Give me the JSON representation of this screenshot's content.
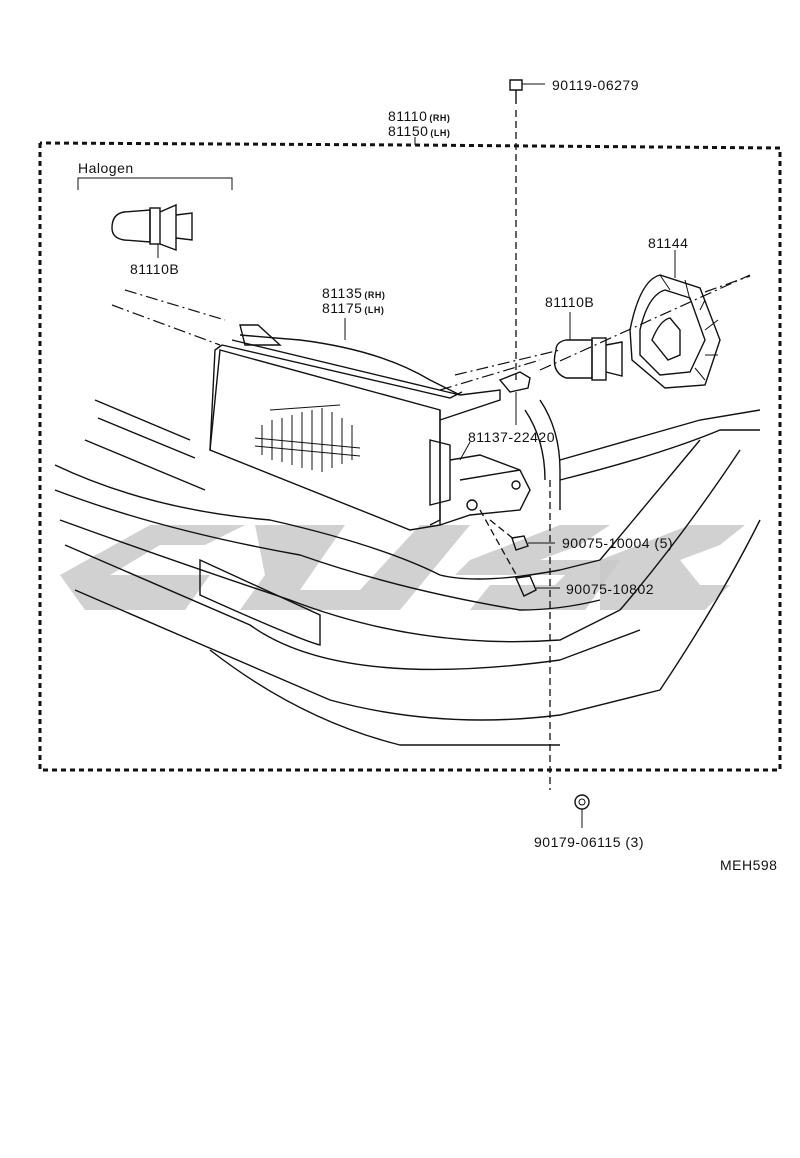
{
  "assembly": {
    "part_rh": "81110",
    "suffix_rh": "(RH)",
    "part_lh": "81150",
    "suffix_lh": "(LH)"
  },
  "halogen_section": {
    "title": "Halogen",
    "bulb_part": "81110B"
  },
  "parts": {
    "screw_top": "90119-06279",
    "lens_rh": "81135",
    "lens_rh_suffix": "(RH)",
    "lens_lh": "81175",
    "lens_lh_suffix": "(LH)",
    "bulb": "81110B",
    "reflector_cover": "81144",
    "bracket": "81137-22420",
    "clip": "90075-10004 (5)",
    "screw_side": "90075-10802",
    "nut_bottom": "90179-06115 (3)"
  },
  "diagram_code": "MEH598",
  "colors": {
    "ink": "#111111",
    "watermark": "#c9c9c9",
    "background": "#ffffff"
  }
}
